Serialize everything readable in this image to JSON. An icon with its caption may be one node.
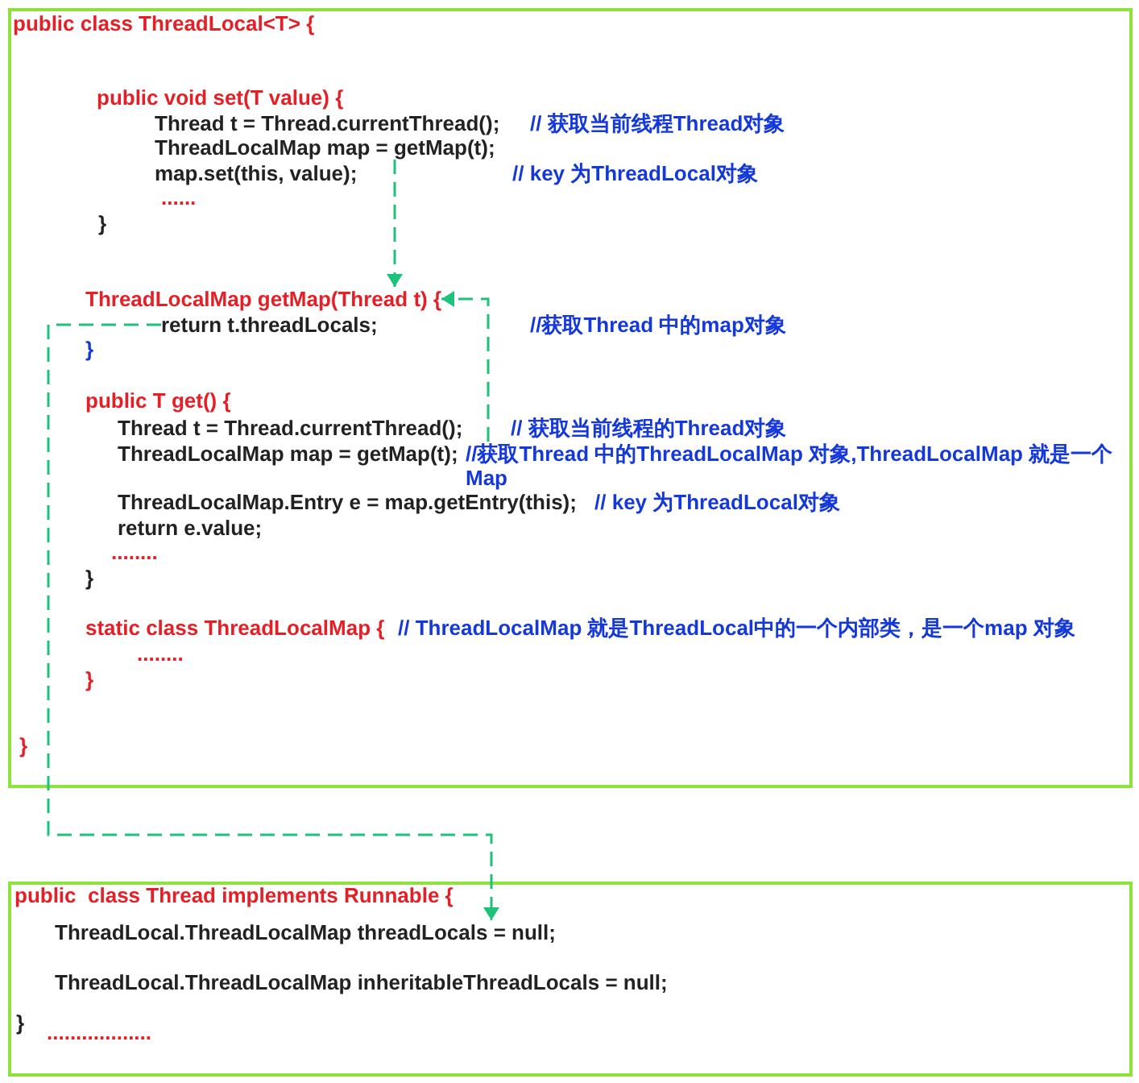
{
  "diagram": {
    "nodes": [
      {
        "text": [
          "public class ThreadLocal<T> {",
          "}"
        ]
      },
      {
        "text": [
          "ThreadLocalMap map = getMap(t);"
        ],
        "in": 0
      },
      {
        "text": [
          "ThreadLocalMap getMap(Thread t) {"
        ],
        "in": 0
      },
      {
        "text": [
          "return t.threadLocals;"
        ],
        "in": 0,
        "beside": [
          "//获取Thread 中的map对象"
        ]
      },
      {
        "text": [
          "ThreadLocalMap map = getMap(t);"
        ],
        "in": 0,
        "beside": [
          "//获取Thread 中的ThreadLocalMap 对象,ThreadLocalMap 就是一个Map"
        ]
      },
      {
        "text": [
          "public  class Thread implements Runnable {",
          "}"
        ]
      },
      {
        "text": [
          "ThreadLocal.ThreadLocalMap threadLocals = null;"
        ],
        "in": 5
      }
    ],
    "edges": [
      {
        "from": 1,
        "to": 2,
        "arrow": "to",
        "style": "dashed"
      },
      {
        "from": 4,
        "to": 2,
        "arrow": "to",
        "style": "dashed"
      },
      {
        "from": 3,
        "to": 6,
        "arrow": "to",
        "style": "dashed"
      }
    ],
    "labels": [
      "public void set(T value) {",
      "Thread t = Thread.currentThread();",
      "// 获取当前线程Thread对象",
      "map.set(this, value);",
      "// key 为ThreadLocal对象",
      "......",
      "}",
      "}",
      "public T get() {",
      "Thread t = Thread.currentThread();",
      "// 获取当前线程的Thread对象",
      "ThreadLocalMap.Entry e = map.getEntry(this);",
      "// key 为ThreadLocal对象",
      "return e.value;",
      "........",
      "}",
      "static class ThreadLocalMap {",
      "// ThreadLocalMap 就是ThreadLocal中的一个内部类，是一个map 对象",
      "........",
      "}",
      "ThreadLocal.ThreadLocalMap inheritableThreadLocals = null;",
      ".................."
    ]
  }
}
